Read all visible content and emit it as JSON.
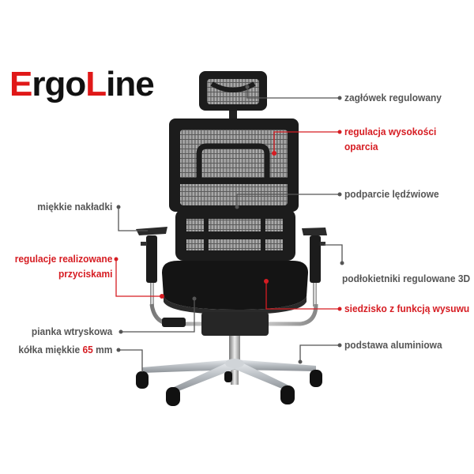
{
  "brand": {
    "logo_part1_red": "E",
    "logo_part2": "rgo",
    "logo_part3_red": "L",
    "logo_part4": "ine"
  },
  "callouts": {
    "headrest": "zagłówek regulowany",
    "backrest_height_line1": "regulacja wysokości",
    "backrest_height_line2": "oparcia",
    "lumbar": "podparcie lędźwiowe",
    "armrest_pads": "miękkie nakładki",
    "buttons_line1": "regulacje realizowane",
    "buttons_line2": "przyciskami",
    "armrests_3d": "podłokietniki regulowane 3D",
    "seat_slide": "siedzisko z funkcją wysuwu",
    "foam": "pianka wtryskowa",
    "casters_prefix": "kółka miękkie ",
    "casters_size": "65",
    "casters_suffix": " mm",
    "base": "podstawa aluminiowa"
  },
  "colors": {
    "accent_red": "#d61c22",
    "label_gray": "#555555",
    "chair_black": "#1a1a1a",
    "mesh_gray": "#8a8a8a",
    "aluminium": "#c8ccd0"
  }
}
